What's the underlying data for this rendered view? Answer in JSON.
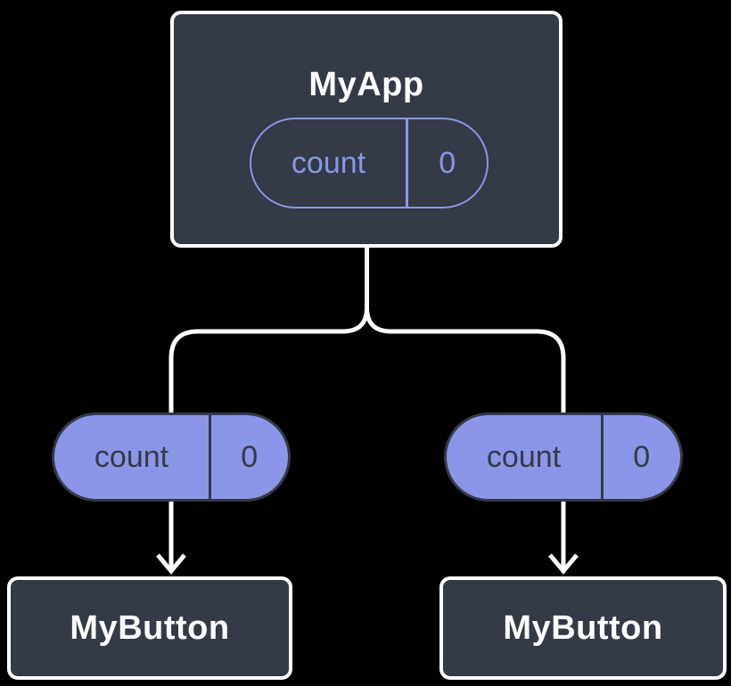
{
  "diagram": {
    "type": "component-tree",
    "root": {
      "title": "MyApp",
      "state": {
        "name": "count",
        "value": "0"
      }
    },
    "children": [
      {
        "title": "MyButton",
        "prop": {
          "name": "count",
          "value": "0"
        }
      },
      {
        "title": "MyButton",
        "prop": {
          "name": "count",
          "value": "0"
        }
      }
    ],
    "colors": {
      "background": "#000000",
      "node_fill": "#343A46",
      "node_border": "#FFFFFF",
      "accent": "#8B96E8",
      "pill_text_dark": "#343A46",
      "connector": "#FFFFFF"
    }
  }
}
